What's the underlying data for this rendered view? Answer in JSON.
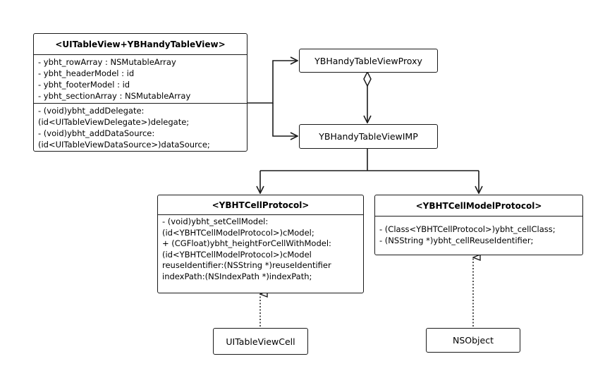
{
  "tableview_class": {
    "title": "<UITableView+YBHandyTableView>",
    "attributes": [
      "- ybht_rowArray : NSMutableArray",
      "- ybht_headerModel : id",
      "- ybht_footerModel : id",
      "- ybht_sectionArray : NSMutableArray"
    ],
    "methods": [
      "- (void)ybht_addDelegate:",
      "(id<UITableViewDelegate>)delegate;",
      "- (void)ybht_addDataSource:",
      "(id<UITableViewDataSource>)dataSource;"
    ]
  },
  "proxy": {
    "label": "YBHandyTableViewProxy"
  },
  "imp": {
    "label": "YBHandyTableViewIMP"
  },
  "cell_protocol": {
    "title": "<YBHTCellProtocol>",
    "methods": [
      "- (void)ybht_setCellModel:",
      "(id<YBHTCellModelProtocol>)cModel;",
      "+ (CGFloat)ybht_heightForCellWithModel:",
      "(id<YBHTCellModelProtocol>)cModel",
      "reuseIdentifier:(NSString *)reuseIdentifier",
      "indexPath:(NSIndexPath *)indexPath;"
    ]
  },
  "cell_model_protocol": {
    "title": "<YBHTCellModelProtocol>",
    "methods": [
      "- (Class<YBHTCellProtocol>)ybht_cellClass;",
      "- (NSString *)ybht_cellReuseIdentifier;"
    ]
  },
  "cell": {
    "label": "UITableViewCell"
  },
  "nsobject": {
    "label": "NSObject"
  }
}
